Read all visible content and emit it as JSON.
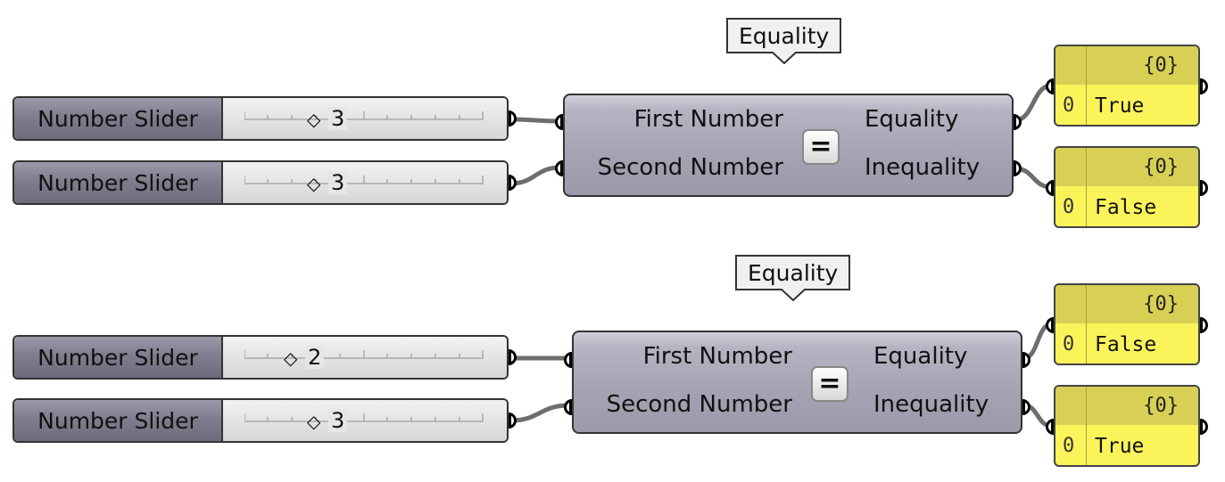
{
  "groups": [
    {
      "tooltip": "Equality",
      "sliders": [
        {
          "label": "Number Slider",
          "value": "3",
          "grip_icon": "diamond-icon",
          "fraction": 0.3
        },
        {
          "label": "Number Slider",
          "value": "3",
          "grip_icon": "diamond-icon",
          "fraction": 0.3
        }
      ],
      "component": {
        "inputs": [
          "First Number",
          "Second Number"
        ],
        "icon_label": "=",
        "outputs": [
          "Equality",
          "Inequality"
        ]
      },
      "panels": [
        {
          "path": "{0}",
          "index": "0",
          "value": "True"
        },
        {
          "path": "{0}",
          "index": "0",
          "value": "False"
        }
      ]
    },
    {
      "tooltip": "Equality",
      "sliders": [
        {
          "label": "Number Slider",
          "value": "2",
          "grip_icon": "diamond-icon",
          "fraction": 0.2
        },
        {
          "label": "Number Slider",
          "value": "3",
          "grip_icon": "diamond-icon",
          "fraction": 0.3
        }
      ],
      "component": {
        "inputs": [
          "First Number",
          "Second Number"
        ],
        "icon_label": "=",
        "outputs": [
          "Equality",
          "Inequality"
        ]
      },
      "panels": [
        {
          "path": "{0}",
          "index": "0",
          "value": "False"
        },
        {
          "path": "{0}",
          "index": "0",
          "value": "True"
        }
      ]
    }
  ],
  "colors": {
    "component_fill": "#a3a3b3",
    "panel_fill": "#fbf35a",
    "panel_header": "#d7d054",
    "wire": "#6e6e6e"
  }
}
